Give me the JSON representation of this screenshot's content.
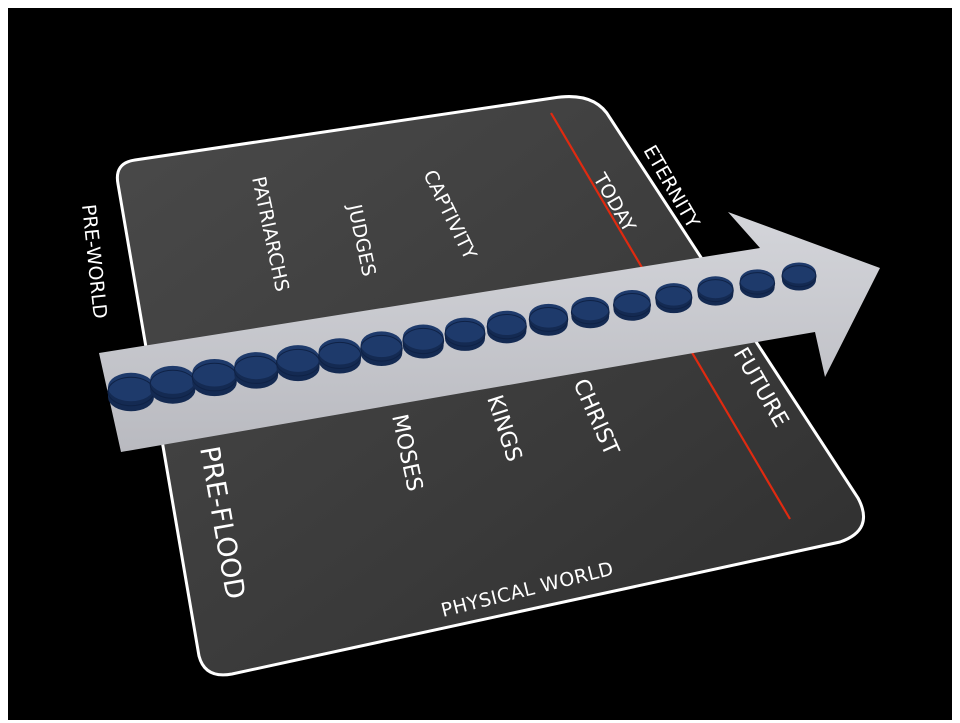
{
  "diagram": {
    "board_title": "PHYSICAL WORLD",
    "left_edge_label": "PRE-WORLD",
    "right_edge_label": "ETERNITY",
    "top_labels": {
      "patriarchs": "PATRIARCHS",
      "judges": "JUDGES",
      "captivity": "CAPTIVITY",
      "today": "TODAY"
    },
    "bottom_labels": {
      "pre_flood": "PRE-FLOOD",
      "moses": "MOSES",
      "kings": "KINGS",
      "christ": "CHRIST",
      "future": "FUTURE"
    },
    "timeline_marker_count": 17,
    "colors": {
      "background": "#000000",
      "board": "#3a3a3a",
      "board_border": "#ffffff",
      "arrow": "#c8c9ce",
      "marker": "#1e3a6b",
      "today_line": "#e02a10"
    }
  }
}
